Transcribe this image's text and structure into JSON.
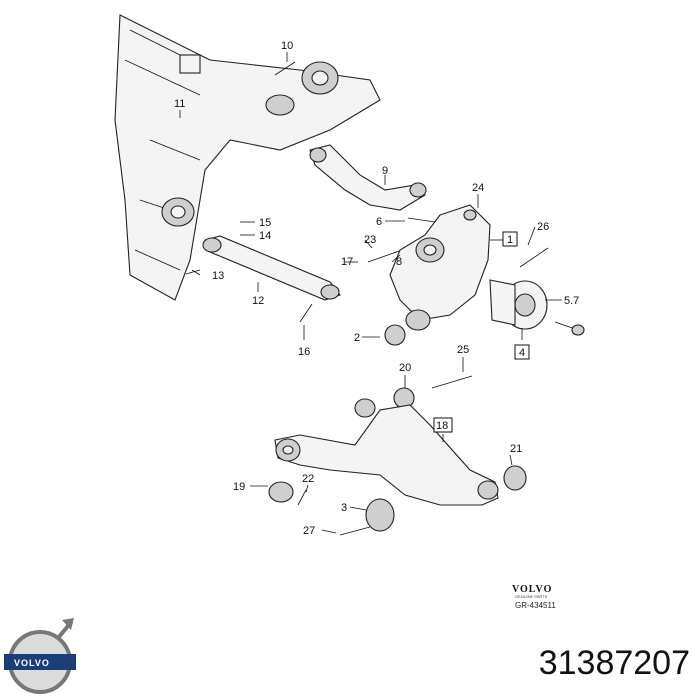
{
  "callouts": {
    "c1": "1",
    "c2": "2",
    "c3": "3",
    "c4": "4",
    "c5": "5.7",
    "c6": "6",
    "c8": "8",
    "c9": "9",
    "c10": "10",
    "c11": "11",
    "c12": "12",
    "c13": "13",
    "c14": "14",
    "c15": "15",
    "c16": "16",
    "c17": "17",
    "c18": "18",
    "c19": "19",
    "c20": "20",
    "c21": "21",
    "c22": "22",
    "c23": "23",
    "c24": "24",
    "c25": "25",
    "c26": "26",
    "c27": "27"
  },
  "footer": {
    "brand": "VOLVO",
    "sub": "GENUINE PARTS",
    "ref": "GR-434511"
  },
  "logo": {
    "text": "VOLVO"
  },
  "part_number": "31387207"
}
